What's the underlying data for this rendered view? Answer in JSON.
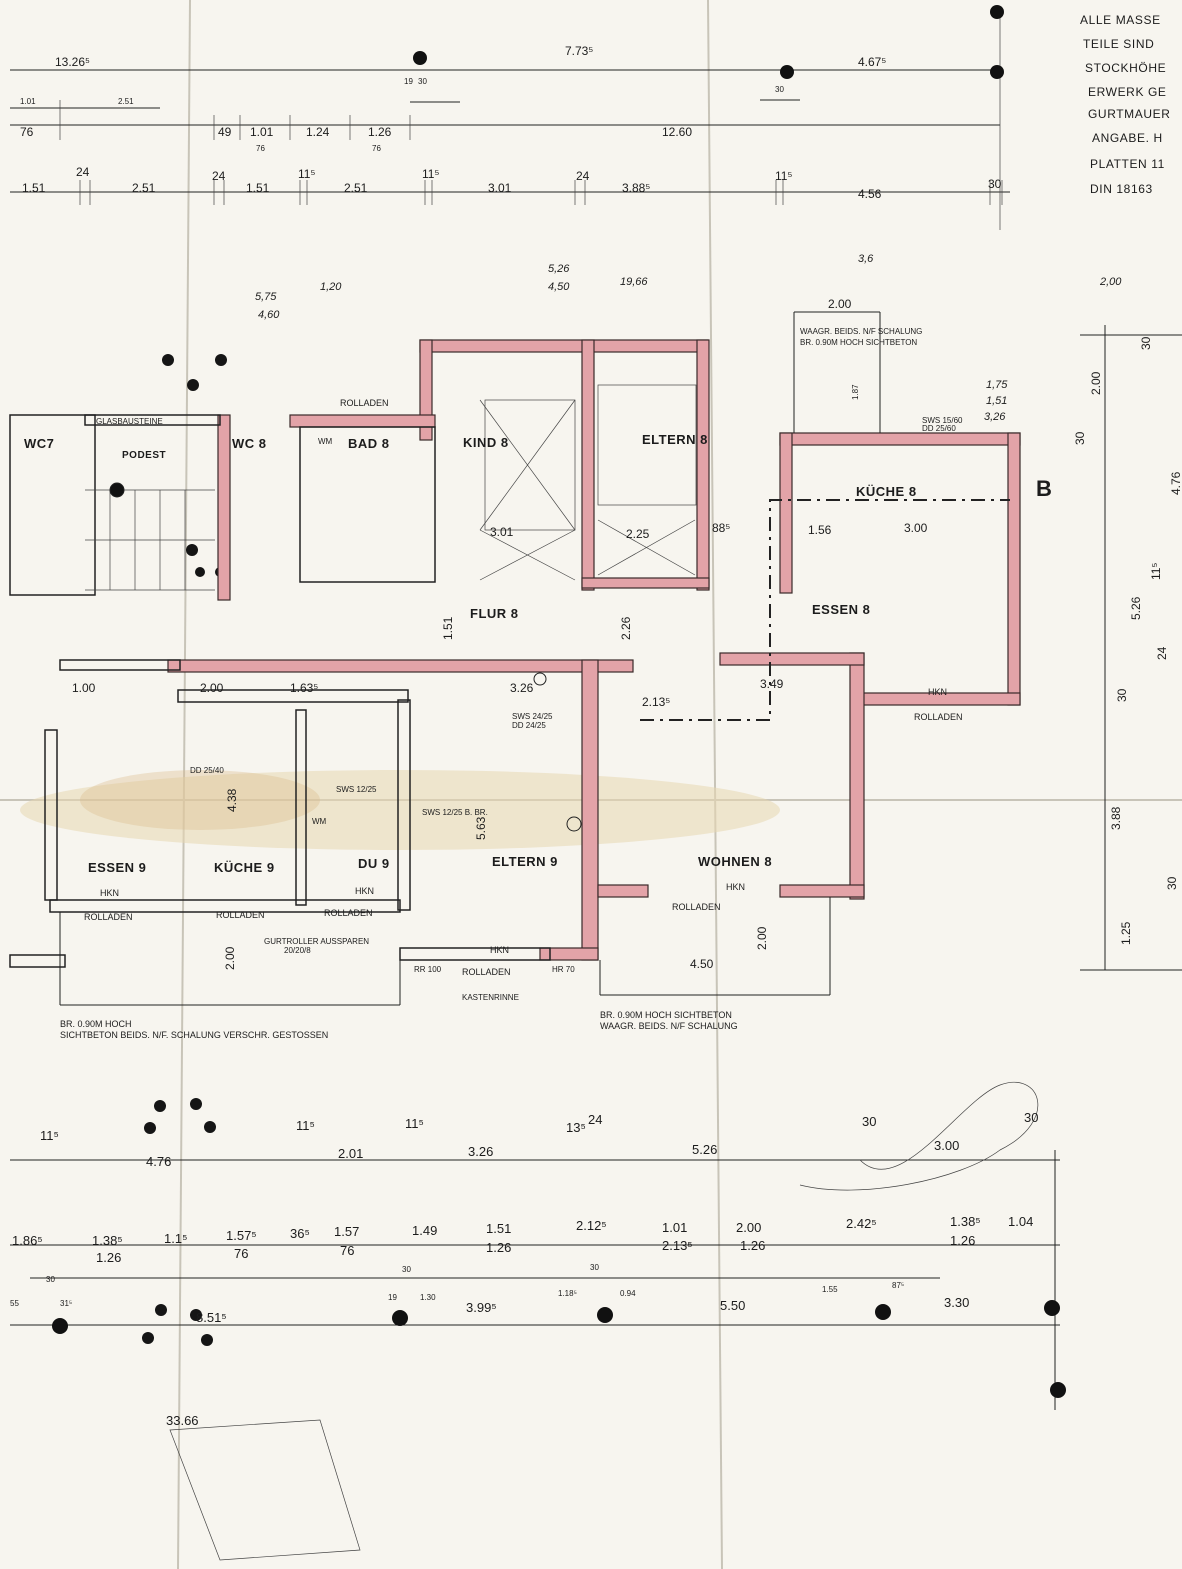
{
  "notes": [
    "ALLE MASSE",
    "TEILE SIND",
    "STOCKHÖHE",
    "ERWERK GE",
    "GURTMAUER",
    "ANGABE. H",
    "PLATTEN 11",
    "DIN 18163"
  ],
  "section_marker": "B",
  "rooms": {
    "wc7": "WC7",
    "podest": "PODEST",
    "wc8": "WC 8",
    "bad8": "BAD 8",
    "kind8": "KIND 8",
    "eltern8": "ELTERN 8",
    "kueche8": "KÜCHE 8",
    "essen8": "ESSEN 8",
    "flur8": "FLUR 8",
    "essen9": "ESSEN 9",
    "kueche9": "KÜCHE 9",
    "du9": "DU 9",
    "eltern9": "ELTERN 9",
    "wohnen8": "WOHNEN 8"
  },
  "top_dims": {
    "row1": [
      "13.26⁵",
      "7.73⁵",
      "4.67⁵"
    ],
    "row2": [
      "1.01",
      "2.51",
      "19",
      "30",
      "30"
    ],
    "row3": [
      "76",
      "49",
      "1.01",
      "1.24",
      "1.26",
      "12.60"
    ],
    "row3_sub": [
      "76",
      "76"
    ],
    "row4": [
      "1.51",
      "24",
      "2.51",
      "24",
      "1.51",
      "11⁵",
      "2.51",
      "11⁵",
      "3.01",
      "24",
      "3.88⁵",
      "11⁵",
      "4.56",
      "30"
    ]
  },
  "plan_labels": {
    "glasbausteine": "GLASBAUSTEINE",
    "rolladen": "ROLLADEN",
    "hkn": "HKN",
    "kastenrinne": "KASTENRINNE",
    "waagr_top": "WAAGR. BEIDS. N/F SCHALUNG",
    "br_top": "BR. 0.90M HOCH SICHTBETON",
    "sws_kueche": "SWS 15/60",
    "dd_kueche": "DD 25/60",
    "sws_mid": "SWS 24/25",
    "dd_mid": "DD 24/25",
    "sws_bath": "SWS 12/25",
    "dd_bath": "DD 25/40",
    "sws_eltern9": "SWS 12/25 B. BR.",
    "gurtroller": "GURTROLLER AUSSPAREN",
    "gurtroller_dim": "20/20/8",
    "rr": "RR 100",
    "hr": "HR 70",
    "wm": "WM",
    "dim_2_00": "2.00",
    "dim_4_50": "4.50",
    "dim_3_00": "3.00",
    "dim_1_56": "1.56",
    "dim_3_26": "3.26",
    "dim_3_49": "3.49",
    "dim_5_63": "5.63",
    "dim_4_38": "4.38",
    "dim_3_01": "3.01",
    "dim_2_25": "2.25",
    "dim_1_51": "1.51",
    "dim_2_26": "2.26",
    "dim_1_87": "1.87",
    "dim_88_5": "88⁵",
    "dim_2_135": "2.13⁵",
    "dim_1_00": "1.00",
    "dim_1_635": "1.63⁵"
  },
  "bottom_notes": {
    "left1": "BR. 0.90M HOCH",
    "left2": "SICHTBETON BEIDS. N/F. SCHALUNG VERSCHR. GESTOSSEN",
    "right1": "BR. 0.90M HOCH  SICHTBETON",
    "right2": "WAAGR. BEIDS. N/F SCHALUNG"
  },
  "bottom_dims": {
    "row1": [
      "11⁵",
      "4.76",
      "11⁵",
      "2.01",
      "11⁵",
      "3.26",
      "13⁵",
      "24",
      "5.26",
      "30",
      "3.00",
      "30"
    ],
    "row2": [
      "1.86⁵",
      "1.38⁵",
      "1.1⁵",
      "1.57⁵",
      "36⁵",
      "1.57",
      "1.49",
      "1.51",
      "2.12⁵",
      "1.01",
      "2.00",
      "2.42⁵",
      "1.38⁵",
      "1.04"
    ],
    "row2_sub": [
      "1.26",
      "76",
      "76",
      "1.26",
      "2.13⁵",
      "1.26",
      "1.26"
    ],
    "row3": [
      "30",
      "30",
      "30",
      "1.18⁵",
      "0.94",
      "1.55",
      "87⁵"
    ],
    "row4": [
      "55",
      "31⁵",
      "8.51⁵",
      "19",
      "1.30",
      "3.99⁵",
      "5.50",
      "3.30"
    ],
    "corner": "33.66"
  },
  "right_dims": [
    "30",
    "2.00",
    "30",
    "4.76",
    "5.26",
    "11⁵",
    "24",
    "30",
    "3.88",
    "30",
    "1.25"
  ],
  "handwritten": [
    "5,75",
    "4,60",
    "3,6",
    "1,20",
    "5,26",
    "4,50",
    "19,66",
    "1,75",
    "1,51",
    "3,26",
    "2,00"
  ]
}
